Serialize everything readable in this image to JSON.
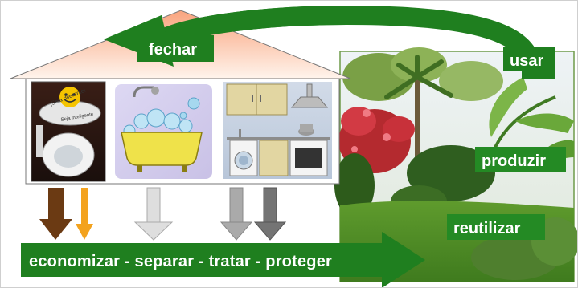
{
  "labels": {
    "fechar": "fechar",
    "usar": "usar",
    "produzir": "produzir",
    "reutilizar": "reutilizar",
    "actions": "economizar - separar - tratar - proteger"
  },
  "toilet_lid": {
    "line1": "¡Seja diferente!",
    "line2": "Seja inteligente"
  },
  "colors": {
    "green_arrow": "#1f7f1f",
    "green_box": "#248a24",
    "roof_top": "#f9a47e",
    "roof_bottom": "#fff2ea",
    "brown_arrow": "#6b3a13",
    "orange_arrow": "#f3a21e",
    "gray_arrow_light": "#dcdcdc",
    "gray_arrow_mid": "#a9a9a9",
    "gray_arrow_dark": "#6f6f6f",
    "bath_bg": "#d6d0ee",
    "tub": "#efe24a"
  },
  "icons": {
    "toilet": "toilet-icon",
    "bathtub": "bathtub-icon",
    "kitchen": "kitchen-icon",
    "garden": "garden-photo"
  }
}
